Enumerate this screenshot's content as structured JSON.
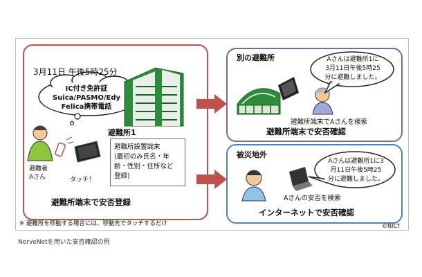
{
  "left_panel": {
    "time": "3月11日 午後5時25分",
    "cloud_lines": [
      "IC付き免許証",
      "Suica/PASMO/Edy",
      "Felica携帯電話"
    ],
    "shelter_label": "避難所1",
    "terminal_lines": [
      "避難所設置端末",
      "(最初のみ氏名・年",
      "齢・性別・住所など",
      "登録)"
    ],
    "evacuee_lines": [
      "避難者",
      "Aさん"
    ],
    "touch_label": "タッチ！",
    "caption": "避難所端末で安否登録"
  },
  "note": "※ 避難所を移動する場合には、移動先でタッチするだけ",
  "top_right_panel": {
    "title": "別の避難所",
    "bubble_lines": [
      "Aさんは避難所1に",
      "3月11日午後5時25",
      "分に避難しました。"
    ],
    "search_label": "避難所端末でAさんを検索",
    "caption": "避難所端末で安否確認"
  },
  "bottom_right_panel": {
    "title": "被災地外",
    "bubble_lines": [
      "Aさんは避難所1に3",
      "月11日午後5時25",
      "分に避難しました。"
    ],
    "search_label": "Aさんの安否を検索",
    "caption": "インターネットで安否確認"
  },
  "credit": "©NICT",
  "figure_caption": "NerveNetを用いた安否確認の例",
  "colors": {
    "left_border": "#c0504d",
    "arrow": "#c0504d",
    "top_right_border": "#8064a2",
    "bottom_right_border": "#4f81bd",
    "building_green": "#2e8b3c"
  }
}
